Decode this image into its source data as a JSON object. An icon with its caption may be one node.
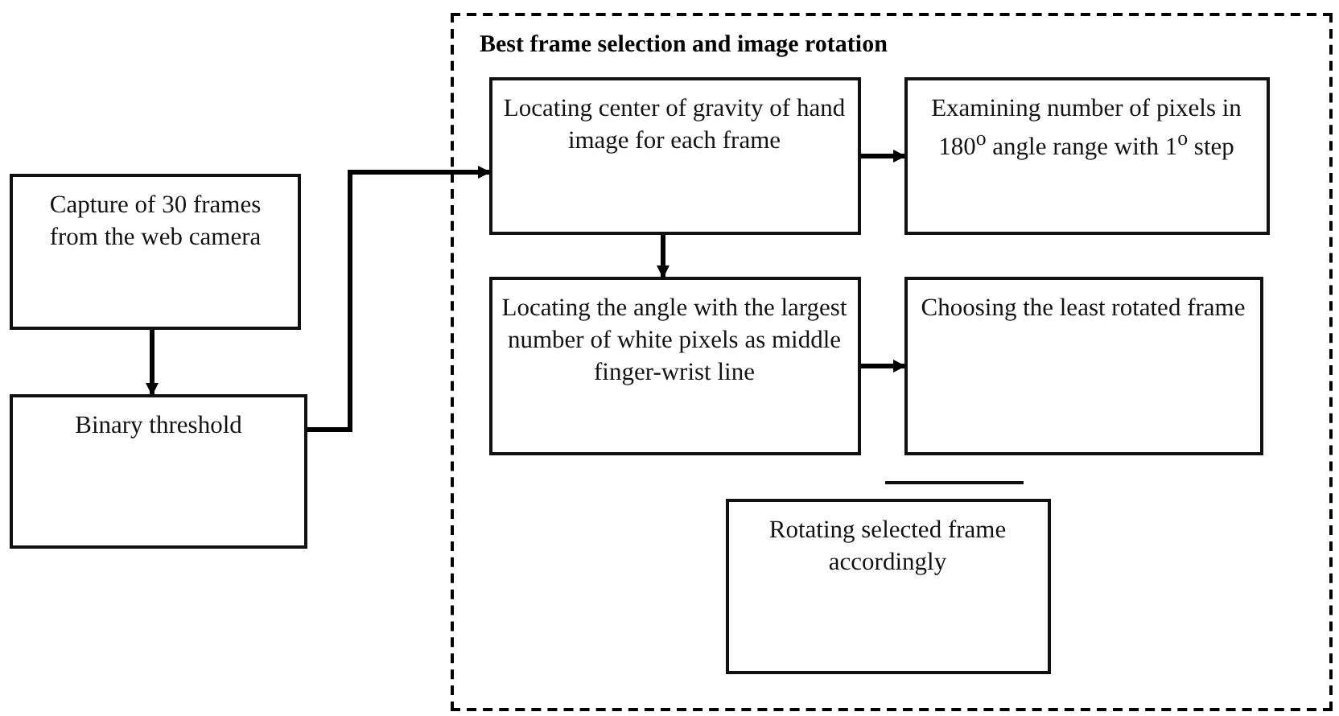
{
  "diagram": {
    "nodes": [
      {
        "text": [
          "Capture of 30 frames from the web camera"
        ]
      },
      {
        "text": [
          "Binary threshold"
        ]
      },
      {
        "text": [
          "Best frame selection and image rotation"
        ]
      },
      {
        "text": [
          "Locating center of gravity of hand image for each frame"
        ],
        "in": 2
      },
      {
        "text": [
          "Examining number of pixels in 180$^{o}$ angle range with 1$^{o}$ step"
        ],
        "in": 2
      },
      {
        "text": [
          "Locating the angle with the largest number of white pixels as middle finger-wrist line"
        ],
        "in": 2
      },
      {
        "text": [
          "Choosing the least rotated frame"
        ],
        "in": 2
      },
      {
        "text": [
          "Rotating selected frame accordingly"
        ],
        "in": 2
      }
    ],
    "edges": [
      {
        "from": 0,
        "to": 1,
        "arrow": "to"
      },
      {
        "from": 1,
        "to": 3,
        "arrow": "to"
      },
      {
        "from": 3,
        "to": 4,
        "arrow": "to"
      },
      {
        "from": 3,
        "to": 5,
        "arrow": "to"
      },
      {
        "from": 5,
        "to": 6,
        "arrow": "to"
      }
    ]
  }
}
